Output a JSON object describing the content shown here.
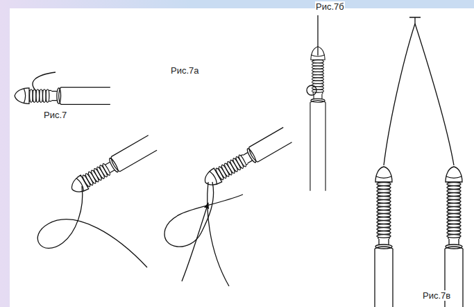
{
  "diagram": {
    "labels": [
      "Рис.7",
      "Рис.7а",
      "Рис.7б",
      "Рис.7в"
    ]
  }
}
